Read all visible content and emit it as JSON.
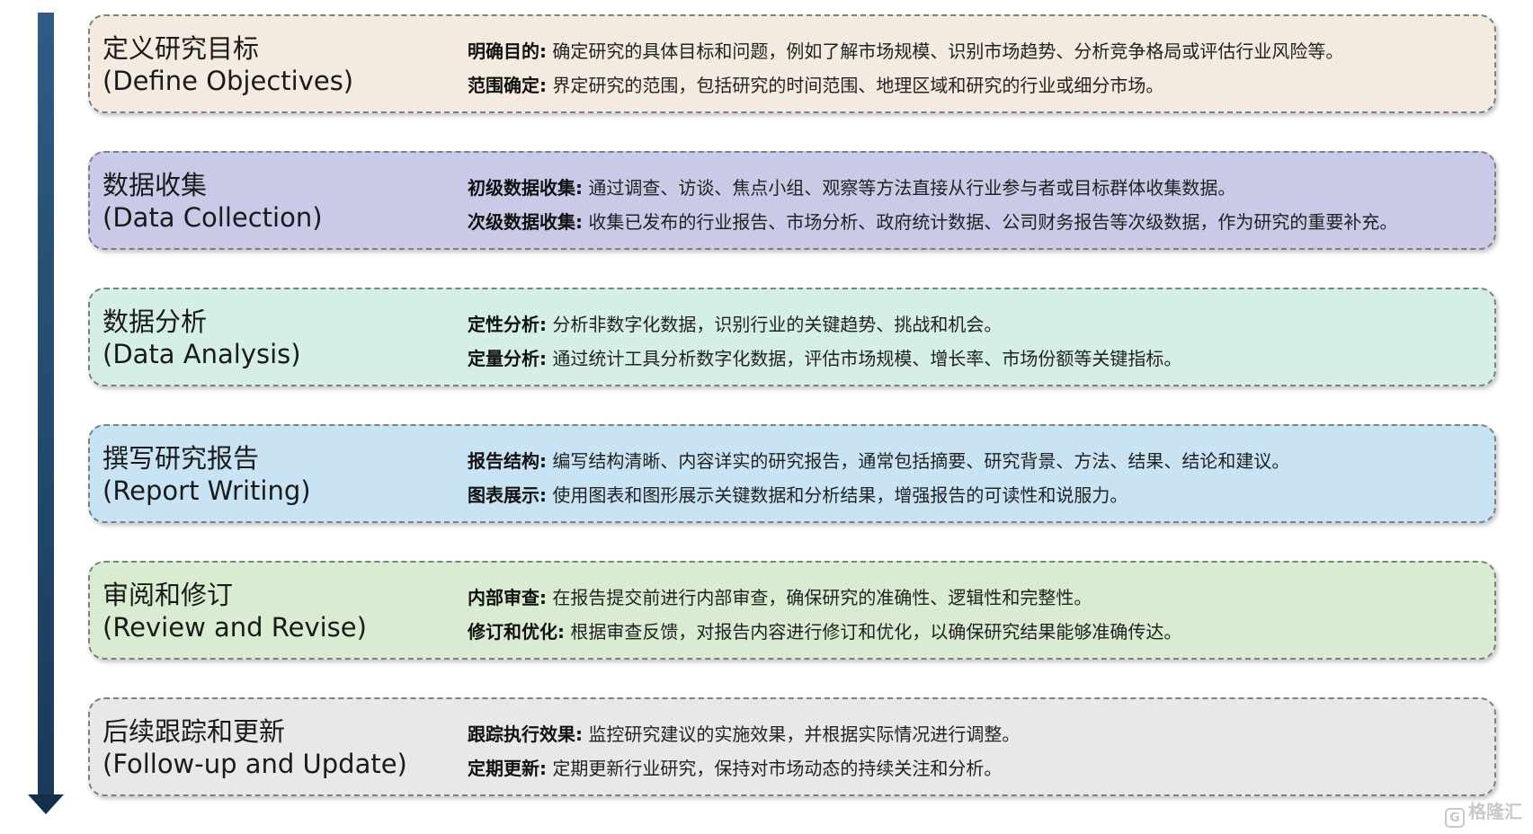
{
  "steps": [
    {
      "title_cn": "定义研究目标",
      "title_en": "(Define Objectives)",
      "bg": "#f3ebdf",
      "details": [
        {
          "key": "明确目的",
          "text": "确定研究的具体目标和问题，例如了解市场规模、识别市场趋势、分析竞争格局或评估行业风险等。"
        },
        {
          "key": "范围确定",
          "text": "界定研究的范围，包括研究的时间范围、地理区域和研究的行业或细分市场。"
        }
      ]
    },
    {
      "title_cn": "数据收集",
      "title_en": "(Data Collection)",
      "bg": "#c9cae8",
      "details": [
        {
          "key": "初级数据收集",
          "text": "通过调查、访谈、焦点小组、观察等方法直接从行业参与者或目标群体收集数据。"
        },
        {
          "key": "次级数据收集",
          "text": "收集已发布的行业报告、市场分析、政府统计数据、公司财务报告等次级数据，作为研究的重要补充。"
        }
      ]
    },
    {
      "title_cn": "数据分析",
      "title_en": "(Data Analysis)",
      "bg": "#d6efe6",
      "details": [
        {
          "key": "定性分析",
          "text": "分析非数字化数据，识别行业的关键趋势、挑战和机会。"
        },
        {
          "key": "定量分析",
          "text": "通过统计工具分析数字化数据，评估市场规模、增长率、市场份额等关键指标。"
        }
      ]
    },
    {
      "title_cn": "撰写研究报告",
      "title_en": "(Report Writing)",
      "bg": "#c8e4f4",
      "details": [
        {
          "key": "报告结构",
          "text": "编写结构清晰、内容详实的研究报告，通常包括摘要、研究背景、方法、结果、结论和建议。"
        },
        {
          "key": "图表展示",
          "text": "使用图表和图形展示关键数据和分析结果，增强报告的可读性和说服力。"
        }
      ]
    },
    {
      "title_cn": "审阅和修订",
      "title_en": "(Review and Revise)",
      "bg": "#d9ecd1",
      "details": [
        {
          "key": "内部审查",
          "text": "在报告提交前进行内部审查，确保研究的准确性、逻辑性和完整性。"
        },
        {
          "key": "修订和优化",
          "text": "根据审查反馈，对报告内容进行修订和优化，以确保研究结果能够准确传达。"
        }
      ]
    },
    {
      "title_cn": "后续跟踪和更新",
      "title_en": "(Follow-up and Update)",
      "bg": "#e8e8e8",
      "details": [
        {
          "key": "跟踪执行效果",
          "text": "监控研究建议的实施效果，并根据实际情况进行调整。"
        },
        {
          "key": "定期更新",
          "text": "定期更新行业研究，保持对市场动态的持续关注和分析。"
        }
      ]
    }
  ],
  "watermark": "格隆汇"
}
